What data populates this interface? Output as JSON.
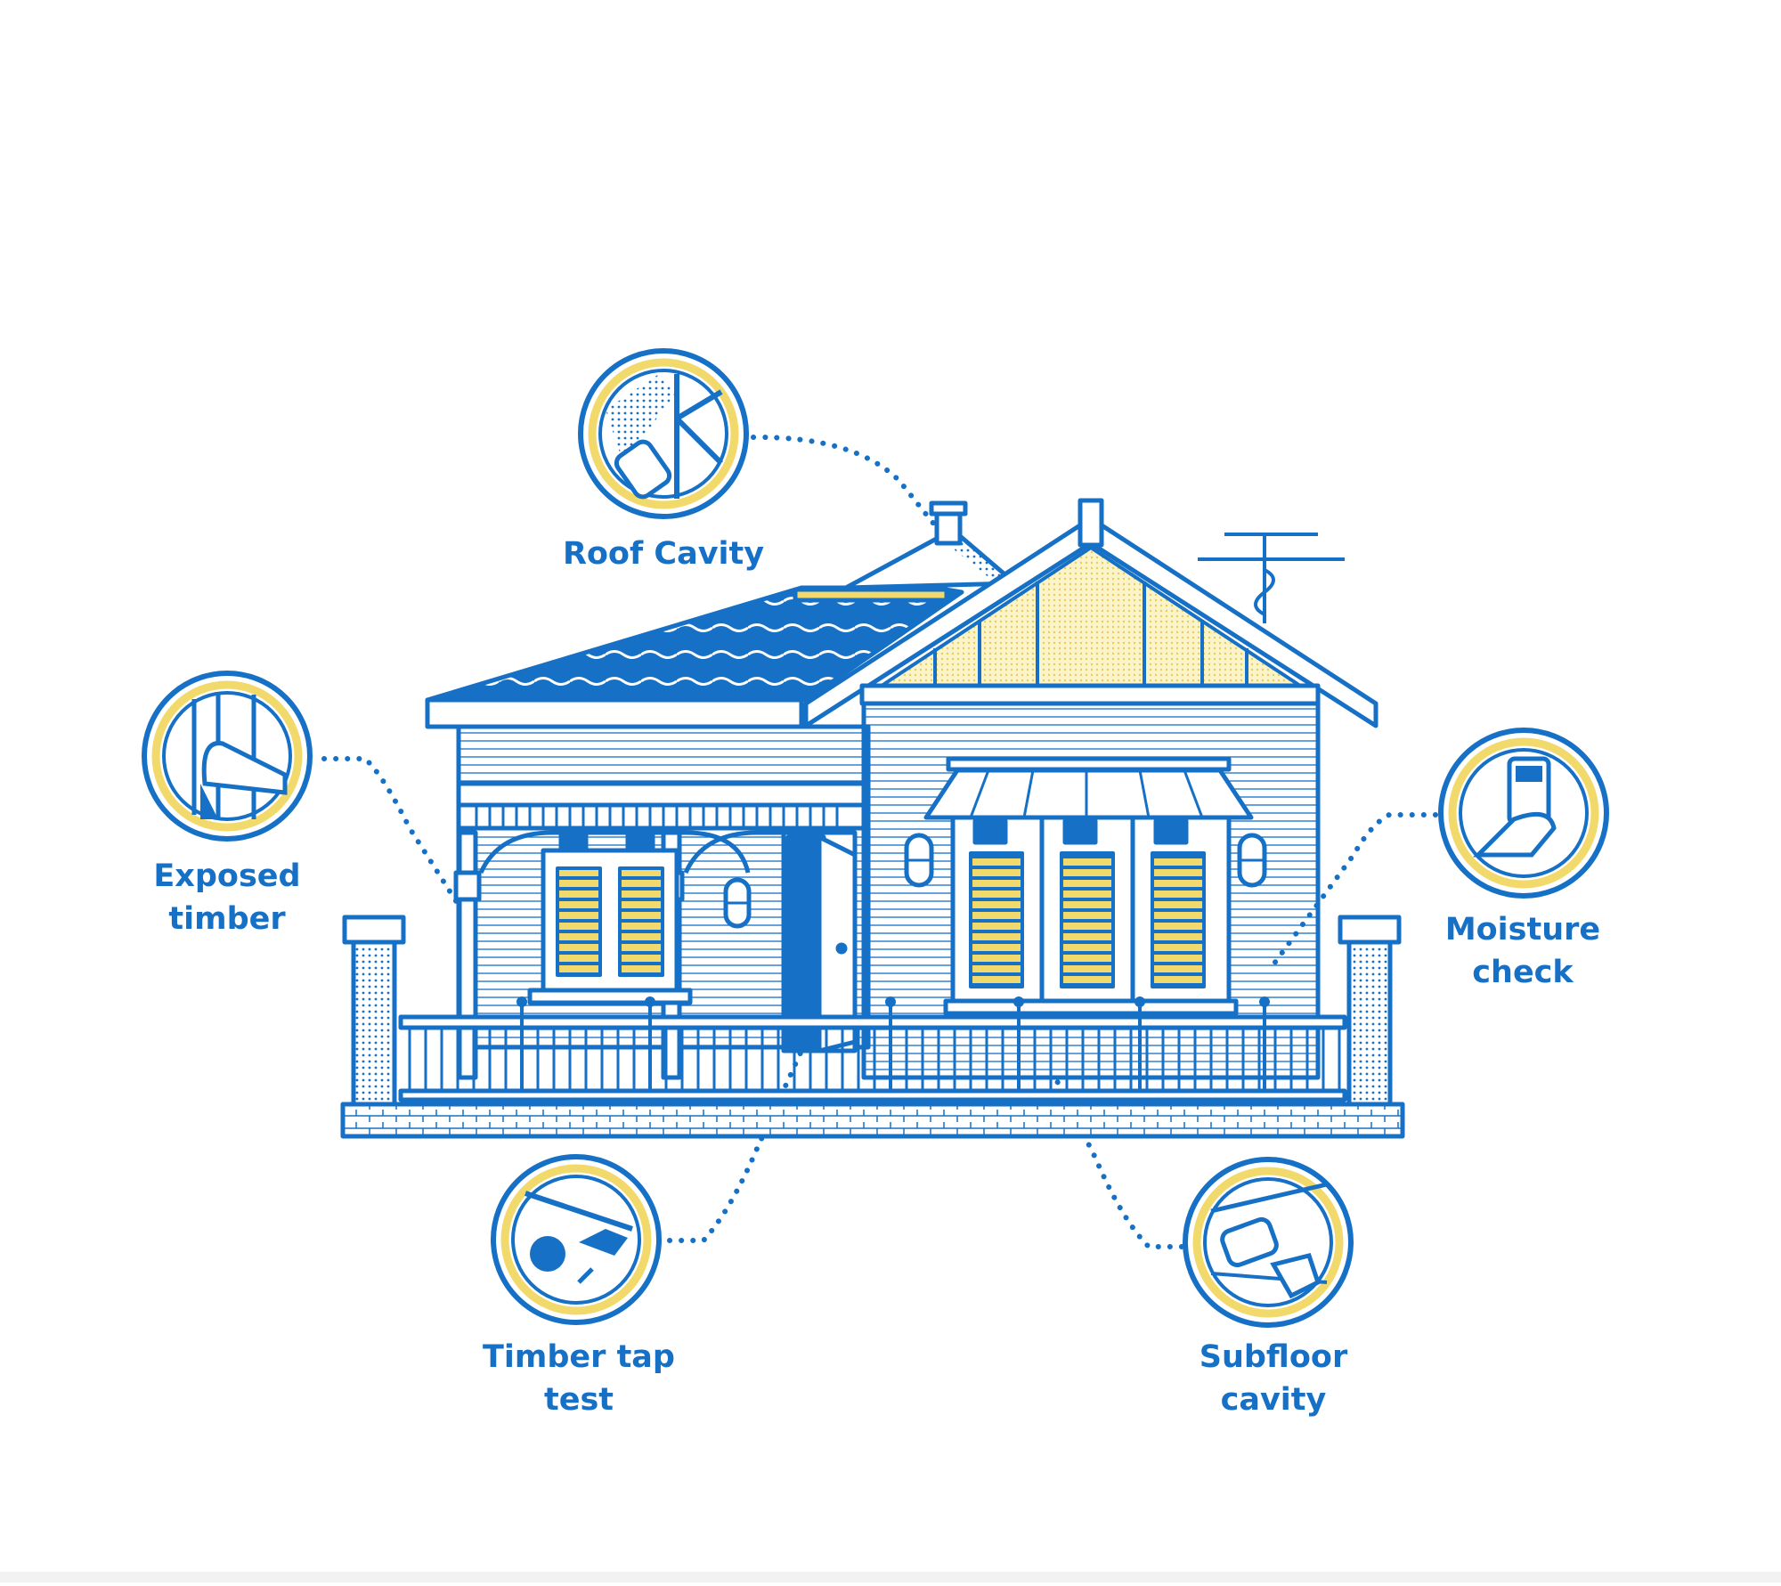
{
  "colors": {
    "blue": "#1670c5",
    "yellow": "#f2d96b",
    "pale_yellow": "#f7eeb8",
    "white": "#ffffff"
  },
  "labels": {
    "roof_cavity": "Roof Cavity",
    "exposed_timber": [
      "Exposed",
      "timber"
    ],
    "moisture_check": [
      "Moisture",
      "check"
    ],
    "timber_tap_test": [
      "Timber tap",
      "test"
    ],
    "subfloor_cavity": [
      "Subfloor",
      "cavity"
    ]
  },
  "icons": {
    "roof_cavity": "flashlight-in-roof-icon",
    "exposed_timber": "hand-on-timber-icon",
    "moisture_check": "moisture-meter-icon",
    "timber_tap_test": "tapping-tool-icon",
    "subfloor_cavity": "flashlight-subfloor-icon"
  }
}
